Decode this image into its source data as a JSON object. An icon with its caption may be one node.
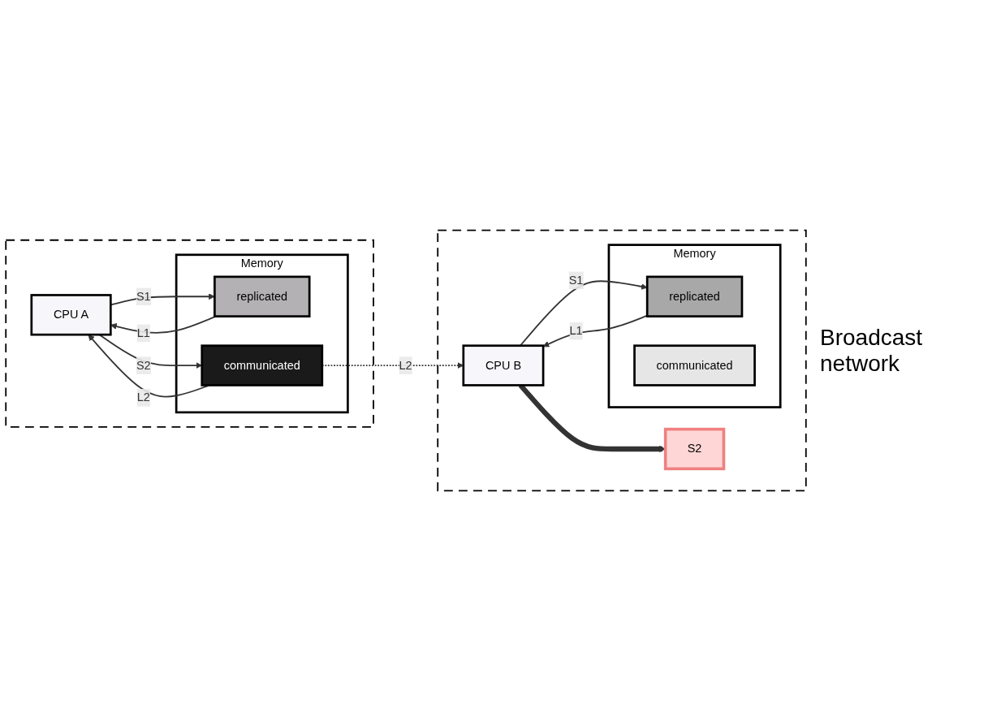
{
  "diagram": {
    "nodes": [
      {
        "text": [],
        "shape": "box"
      },
      {
        "text": [
          "CPU A"
        ],
        "in": 0
      },
      {
        "text": [
          "Memory"
        ],
        "in": 0
      },
      {
        "text": [
          "replicated"
        ],
        "in": 2
      },
      {
        "text": [
          "communicated"
        ],
        "in": 2
      },
      {
        "text": [],
        "shape": "box"
      },
      {
        "text": [
          "CPU B"
        ],
        "in": 5
      },
      {
        "text": [
          "Memory"
        ],
        "in": 5
      },
      {
        "text": [
          "replicated"
        ],
        "in": 7
      },
      {
        "text": [
          "communicated"
        ],
        "in": 7
      },
      {
        "text": [
          "S2"
        ],
        "in": 5
      }
    ],
    "edges": [
      {
        "from": 3,
        "to": 1,
        "arrow": "to",
        "label": "L1"
      },
      {
        "from": 1,
        "to": 3,
        "arrow": "to",
        "label": "S1"
      },
      {
        "from": 1,
        "to": 4,
        "arrow": "to",
        "label": "S2"
      },
      {
        "from": 4,
        "to": 1,
        "arrow": "to",
        "label": "L2"
      },
      {
        "from": 4,
        "to": 6,
        "arrow": "to",
        "label": "L2",
        "style": "dashed"
      },
      {
        "from": 6,
        "to": 8,
        "arrow": "to",
        "label": "S1"
      },
      {
        "from": 8,
        "to": 6,
        "arrow": "to",
        "label": "L1"
      },
      {
        "from": 6,
        "to": 10,
        "arrow": "to",
        "style": "thick"
      }
    ],
    "labels": [
      "Broadcast network"
    ]
  }
}
